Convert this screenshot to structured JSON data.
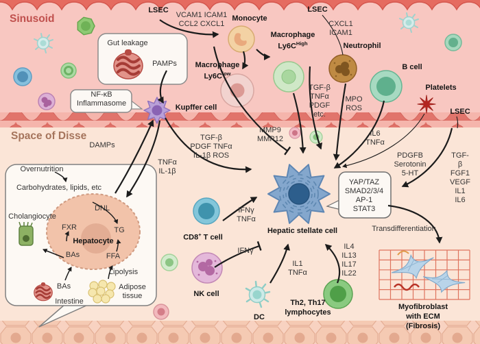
{
  "colors": {
    "sinusoid_bg": "#f8c7c1",
    "space_of_disse_bg": "#fbe5d7",
    "endothelium_red": "#e1746b",
    "scallop_red": "#e56b60",
    "title_red": "#c0504d",
    "title_brown": "#a5745c",
    "hsc_blue": "#84a7cd",
    "hsc_nucleus": "#2d5e8c",
    "kupffer_purple": "#b9a0d8",
    "arrow_black": "#1c1c1c",
    "ecm_red": "#d96049"
  },
  "titles": {
    "sinusoid": "Sinusoid",
    "space_of_disse": "Space of Disse"
  },
  "sin": {
    "lsec_left": "LSEC",
    "adhesion": "VCAM1 ICAM1\nCCL2 CXCL1",
    "monocyte": "Monocyte",
    "lsec_center": "LSEC",
    "chemokines": "CXCL1\nICAM1",
    "neutrophil": "Neutrophil",
    "mac_high_1": "Macrophage",
    "mac_high_base": "Ly6C",
    "mac_high_sup": "High",
    "mac_low_1": "Macrophage",
    "mac_low_base": "Ly6C",
    "mac_low_sup": "low",
    "b_cell": "B cell",
    "platelets": "Platelets",
    "lsec_right": "LSEC",
    "gut_title": "Gut leakage",
    "pamps": "PAMPs",
    "nfkb": "NF-κB\nInflammasome",
    "kupffer": "Kupffer cell",
    "mac_factors": "TGF-β\nTNFα\nPDGF\netc.",
    "neu_factors": "MPO\nROS"
  },
  "disse": {
    "damps": "DAMPs",
    "mmp": "MMP9\nMMP12",
    "kupffer_factors": "TGF-β\nPDGF TNFα\nIL-1β ROS",
    "tnfa_il1b": "TNFα\nIL-1β",
    "il6_tnfa": "IL6\nTNFα",
    "platelet_factors": "PDGFB\nSerotonin\n5-HT",
    "lsec_factors": "TGF-β\nFGF1\nVEGF\nIL1\nIL6",
    "tf": "YAP/TAZ\nSMAD2/3/4\nAP-1\nSTAT3",
    "hsc": "Hepatic stellate cell",
    "transdiff": "Transdifferentiation",
    "cd8_factors": "IFNγ\nTNFα",
    "cd8_pre": "CD8",
    "cd8_sup": "+",
    "cd8_post": " T cell",
    "nk_factor": "IFNγ",
    "nk": "NK cell",
    "dc_factors": "IL1\nTNFα",
    "dc": "DC",
    "th": "Th2, Th17\nlymphocytes",
    "th_factors": "IL4\nIL13\nIL17\nIL22",
    "myofibroblast": "Myofibroblast with ECM\n(Fibrosis)"
  },
  "box": {
    "overnutrition": "Overnutrition",
    "carbs": "Carbohydrates, lipids, etc",
    "cholangiocyte": "Cholangiocyte",
    "dnl": "DNL",
    "fxr": "FXR",
    "tg": "TG",
    "hepatocyte": "Hepatocyte",
    "bas_upper": "BAs",
    "ffa": "FFA",
    "lipolysis": "Lipolysis",
    "bas_lower": "BAs",
    "intestine": "Intestine",
    "adipose": "Adipose\ntissue"
  }
}
